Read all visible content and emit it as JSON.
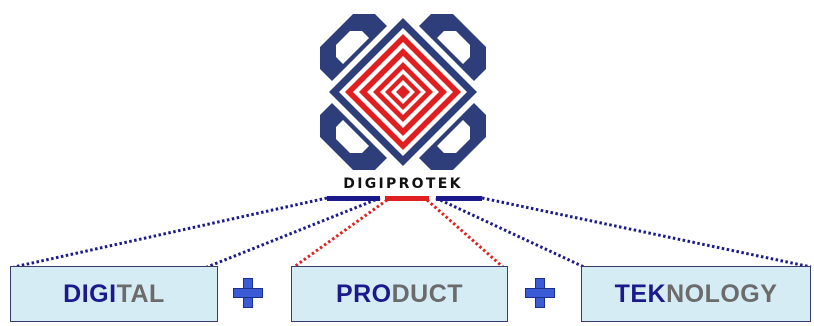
{
  "brand": {
    "name": "DIGIPROTEK",
    "logo_colors": {
      "outer": "#2e3e7a",
      "inner": "#e02020",
      "underline_left": "#1a1a8c",
      "underline_mid": "#e02020",
      "underline_right": "#1a1a8c"
    }
  },
  "words": [
    {
      "highlight": "DIGI",
      "rest": "TAL"
    },
    {
      "highlight": "PRO",
      "rest": "DUCT"
    },
    {
      "highlight": "TEK",
      "rest": "NOLOGY"
    }
  ],
  "connectors": {
    "blue": "#1a1a8c",
    "red": "#e02020"
  },
  "operator_icon": "plus-icon"
}
